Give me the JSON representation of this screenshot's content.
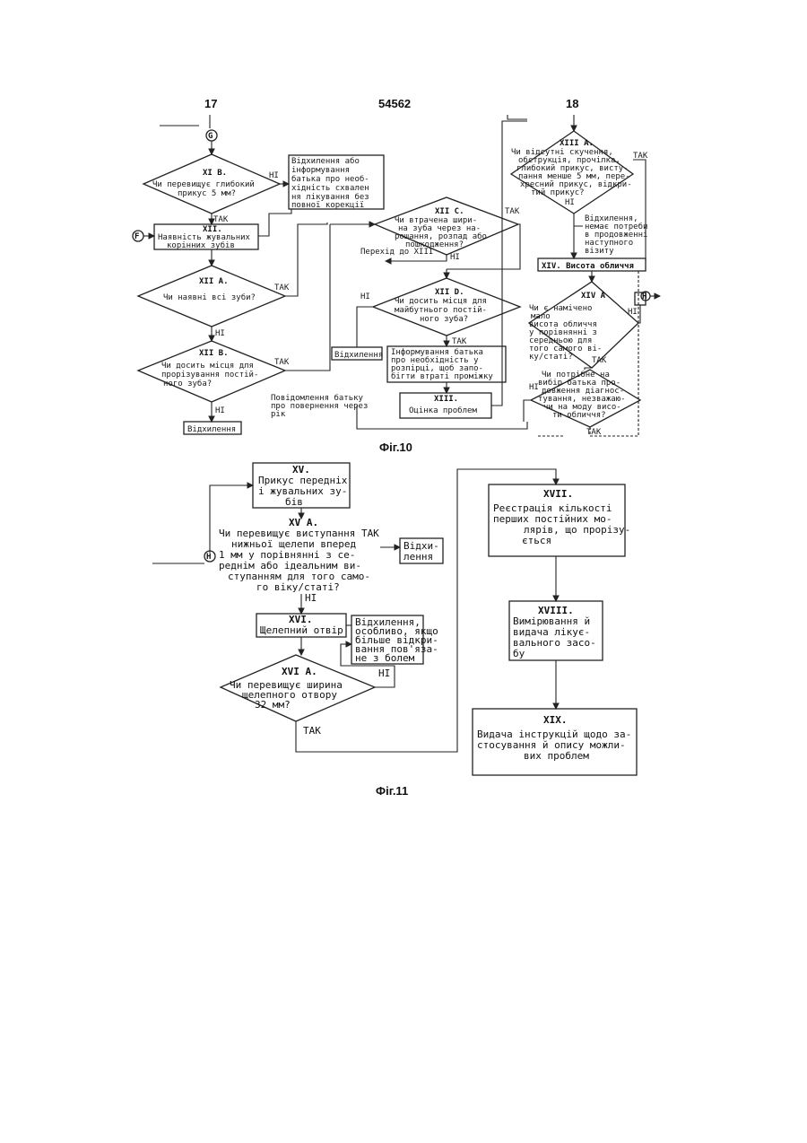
{
  "header": {
    "left_page": "17",
    "doc_number": "54562",
    "right_page": "18"
  },
  "fig10": {
    "caption": "Фіг.10",
    "connector_G": "G",
    "connector_F": "F",
    "connector_H": "H",
    "xi_b": [
      "XI B.",
      "Чи перевищує глибокий",
      "прикус 5 мм?"
    ],
    "deviation_notice": [
      "Відхилення або",
      "інформування",
      "батька про необ-",
      "хідність схвален",
      "ня лікування без",
      "повної корекції"
    ],
    "xii": [
      "XII.",
      "Наявність жувальних",
      "корінних зубів"
    ],
    "xii_a": [
      "XII A.",
      "Чи наявні всі зуби?"
    ],
    "xii_b": [
      "XII B.",
      "Чи досить місця для",
      "прорізування постій-",
      "ного зуба?"
    ],
    "deviation_xii": "Відхилення",
    "xii_c": [
      "XII C.",
      "Чи втрачена шири-",
      "на зуба через на-",
      "рощання, розпад або",
      "пошкодження?"
    ],
    "goto_xiii": "Перехід до XIII",
    "xii_d": [
      "XII D.",
      "Чи досить місця для",
      "майбутнього постій-",
      "ного зуба?"
    ],
    "deviation_xii_d": "Відхилення",
    "inform_parent": [
      "Інформування батька",
      "про необхідність у",
      "розпірці, щоб запо-",
      "бігти втраті проміжку"
    ],
    "notice_parent": [
      "Повідомлення батьку",
      "про повернення через",
      "рік"
    ],
    "xiii": [
      "XIII.",
      "Оцінка проблем"
    ],
    "xiii_a": [
      "XIII A.",
      "Чи відсутні скучення,",
      "обструкція, прочілка,",
      "глибокий прикус, висту-",
      "пання менше 5 мм, пере-",
      "хресний прикус, відкри-",
      "тий прикус?"
    ],
    "deviation_xiii": [
      "Відхилення,",
      "немає потреби",
      "в продовженні",
      "наступного",
      "візиту"
    ],
    "xiv": "XIV. Висота обличчя",
    "xiv_a": [
      "XIV A",
      "Чи є намічено",
      "мало",
      "висота обличчя",
      "у порівнянні з",
      "середньою для",
      "того самого ві-",
      "ку/статі?"
    ],
    "choice": [
      "Чи потрібне на",
      "вибір батька про-",
      "довження діагнос-",
      "тування, незважаю-",
      "чи на моду висо-",
      "ти обличчя?"
    ],
    "yes": "ТАК",
    "no": "НІ"
  },
  "fig11": {
    "caption": "Фіг.11",
    "xv": [
      "XV.",
      "Прикус передніх",
      "і жувальних зу-",
      "бів"
    ],
    "xv_a": [
      "XV A.",
      "Чи перевищує виступання ТАК",
      "нижньої щелепи вперед",
      "1 мм у порівнянні з се-",
      "реднім або ідеальним ви-",
      "ступанням для того само-",
      "го віку/статі?"
    ],
    "deviation_xv": [
      "Відхи-",
      "лення"
    ],
    "xvi": [
      "XVI.",
      "Щелепний отвір"
    ],
    "deviation_xvi": [
      "Відхилення,",
      "особливо, якщо",
      "більше відкри-",
      "вання пов'яза-",
      "не з болем"
    ],
    "xvi_a": [
      "XVI A.",
      "Чи перевищує ширина",
      "щелепного отвору",
      "32 мм?"
    ],
    "xvii": [
      "XVII.",
      "Реєстрація кількості",
      "перших постійних мо-",
      "лярів, що прорізу-",
      "ється"
    ],
    "xviii": [
      "XVIII.",
      "Вимірювання й",
      "видача лікує-",
      "вального засо-",
      "бу"
    ],
    "xix": [
      "XIX.",
      "Видача інструкцій щодо за-",
      "стосування й опису можли-",
      "вих проблем"
    ],
    "yes": "ТАК",
    "no": "НІ"
  }
}
